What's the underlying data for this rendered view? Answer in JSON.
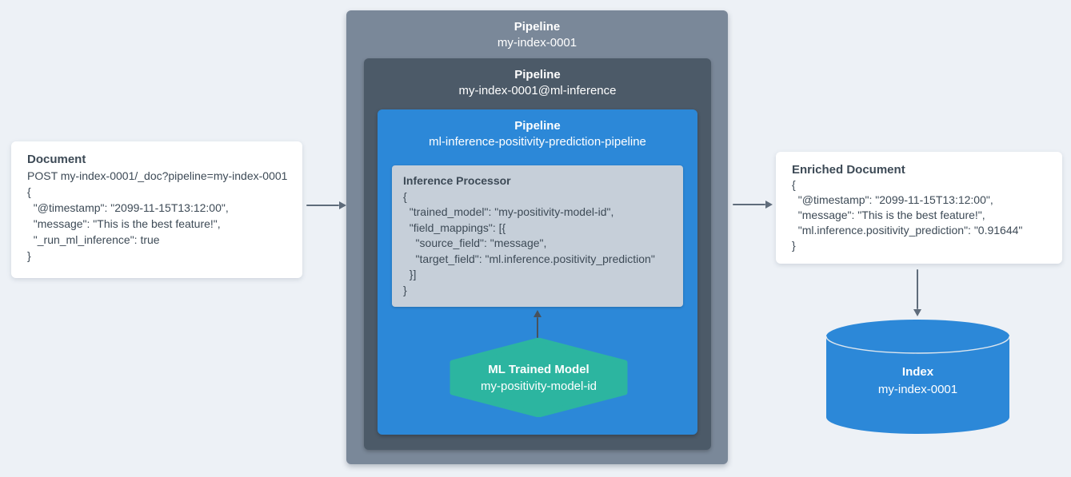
{
  "document_card": {
    "title": "Document",
    "lines": [
      "POST my-index-0001/_doc?pipeline=my-index-0001",
      "{",
      "  \"@timestamp\": \"2099-11-15T13:12:00\",",
      "  \"message\": \"This is the best feature!\",",
      "  \"_run_ml_inference\": true",
      "}"
    ]
  },
  "outer_pipeline": {
    "label": "Pipeline",
    "name": "my-index-0001"
  },
  "ml_inference_pipeline": {
    "label": "Pipeline",
    "name": "my-index-0001@ml-inference"
  },
  "prediction_pipeline": {
    "label": "Pipeline",
    "name": "ml-inference-positivity-prediction-pipeline"
  },
  "inference_processor": {
    "title": "Inference Processor",
    "lines": [
      "{",
      "  \"trained_model\": \"my-positivity-model-id\",",
      "  \"field_mappings\": [{",
      "    \"source_field\": \"message\",",
      "    \"target_field\": \"ml.inference.positivity_prediction\"",
      "  }]",
      "}"
    ]
  },
  "trained_model": {
    "title": "ML Trained Model",
    "name": "my-positivity-model-id"
  },
  "enriched_card": {
    "title": "Enriched Document",
    "lines": [
      "{",
      "  \"@timestamp\": \"2099-11-15T13:12:00\",",
      "  \"message\": \"This is the best feature!\",",
      "  \"ml.inference.positivity_prediction\": \"0.91644\"",
      "}"
    ]
  },
  "index_store": {
    "title": "Index",
    "name": "my-index-0001"
  },
  "colors": {
    "background": "#edf1f6",
    "outer_pipeline_box": "#7a8899",
    "ml_inference_pipeline_box": "#4c5a68",
    "prediction_pipeline_box": "#2c88d8",
    "inference_processor_box": "#c6cfd9",
    "trained_model_hexagon": "#2cb5a0",
    "index_cylinder": "#2c88d8",
    "arrow_gray": "#5f6c7b",
    "arrow_dark": "#49525c",
    "card_text": "#3d4a56",
    "card_background": "#ffffff"
  }
}
